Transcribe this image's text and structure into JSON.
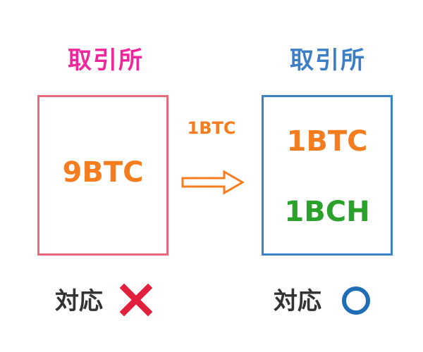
{
  "left": {
    "title": "取引所",
    "title_color": "#f0269c",
    "border_color": "#e8697c",
    "amount": "9BTC",
    "support_label": "対応",
    "support_mark": "cross-mark-icon",
    "mark_color": "#e0203c"
  },
  "transfer": {
    "label": "1BTC",
    "arrow_color": "#f57d20"
  },
  "right": {
    "title": "取引所",
    "title_color": "#3d7fc6",
    "border_color": "#3a82c6",
    "btc_amount": "1BTC",
    "bch_amount": "1BCH",
    "bch_color": "#2aa12a",
    "support_label": "対応",
    "support_mark": "circle-mark-icon",
    "mark_color": "#1f6db5"
  }
}
